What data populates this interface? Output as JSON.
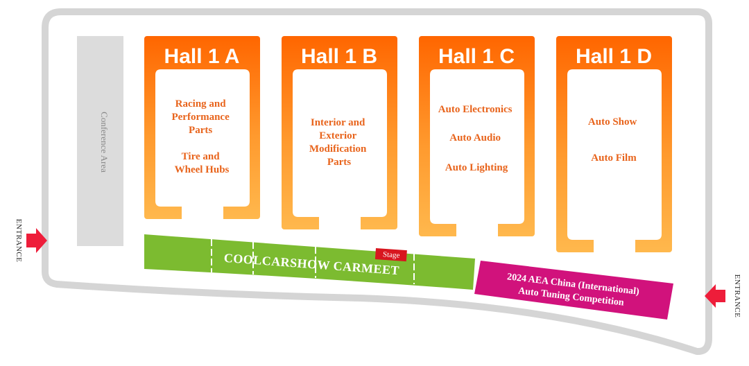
{
  "venue": {
    "conference_area": "Conference Area",
    "entrance_left": "ENTRANCE",
    "entrance_right": "ENTRANCE"
  },
  "halls": [
    {
      "title": "Hall 1 A",
      "lines": [
        "Racing and",
        "Performance",
        "Parts",
        "",
        "Tire and",
        "Wheel Hubs"
      ]
    },
    {
      "title": "Hall 1 B",
      "lines": [
        "Interior and",
        "Exterior",
        "Modification",
        "Parts"
      ]
    },
    {
      "title": "Hall 1 C",
      "lines": [
        "Auto Electronics",
        "",
        "Auto Audio",
        "",
        "Auto Lighting"
      ]
    },
    {
      "title": "Hall 1 D",
      "lines": [
        "Auto Show",
        "",
        "Auto Film"
      ]
    }
  ],
  "carmeet": {
    "label": "COOLCARSHOW CARMEET",
    "stage": "Stage"
  },
  "competition": {
    "line1": "2024 AEA China (International)",
    "line2": "Auto Tuning Competition"
  },
  "colors": {
    "hall_top": "#ff6a00",
    "hall_bottom": "#ffb347",
    "carmeet": "#7cbb30",
    "stage": "#d8161f",
    "competition": "#d1127c",
    "entrance_arrow": "#ee1d3a",
    "outline": "#d5d5d5",
    "conference": "#dcdcdc"
  }
}
